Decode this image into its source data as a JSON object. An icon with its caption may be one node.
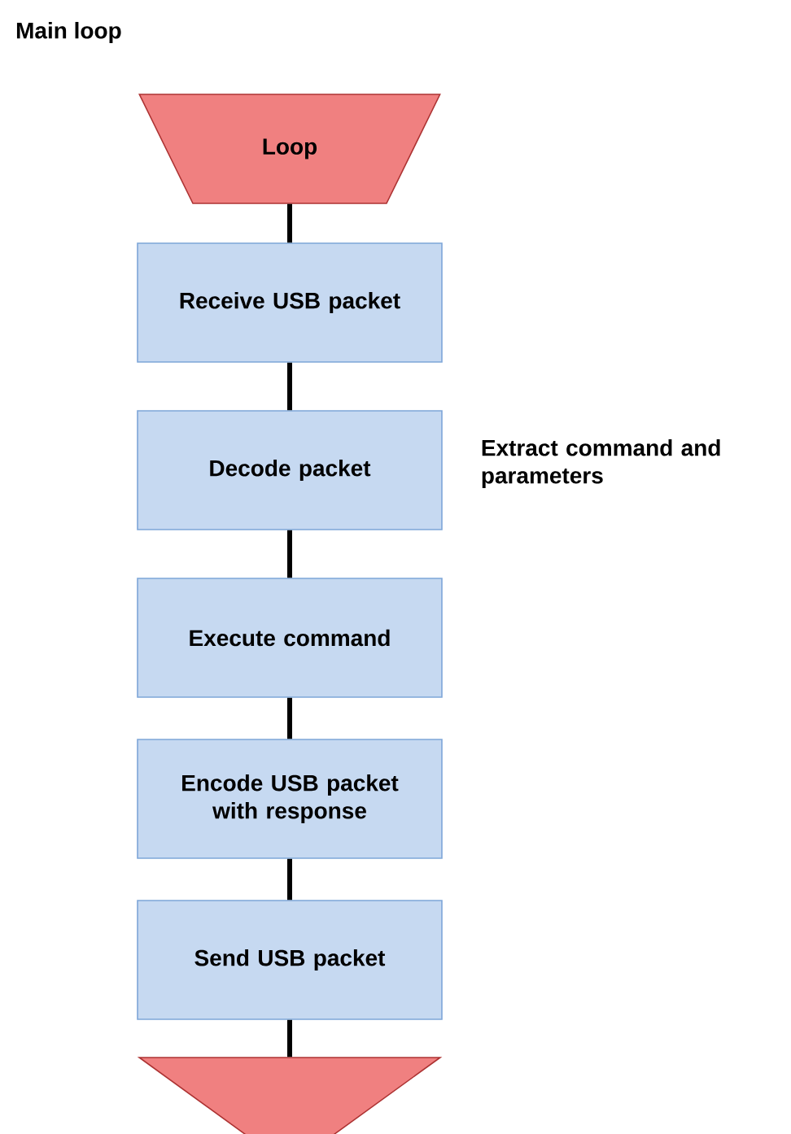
{
  "diagram": {
    "title": "Main loop",
    "nodes": [
      {
        "text": [
          "Loop"
        ]
      },
      {
        "text": [
          "Receive USB packet"
        ]
      },
      {
        "text": [
          "Decode packet"
        ],
        "beside": [
          "Extract command and parameters"
        ]
      },
      {
        "text": [
          "Execute command"
        ]
      },
      {
        "text": [
          "Encode USB packet with response"
        ]
      },
      {
        "text": [
          "Send USB packet"
        ]
      },
      {
        "text": [],
        "shape": "trapezoid"
      }
    ],
    "edges": [
      {
        "from": 0,
        "to": 1,
        "arrow": "none"
      },
      {
        "from": 1,
        "to": 2,
        "arrow": "none"
      },
      {
        "from": 2,
        "to": 3,
        "arrow": "none"
      },
      {
        "from": 3,
        "to": 4,
        "arrow": "none"
      },
      {
        "from": 4,
        "to": 5,
        "arrow": "none"
      },
      {
        "from": 5,
        "to": 6,
        "arrow": "none"
      }
    ]
  }
}
